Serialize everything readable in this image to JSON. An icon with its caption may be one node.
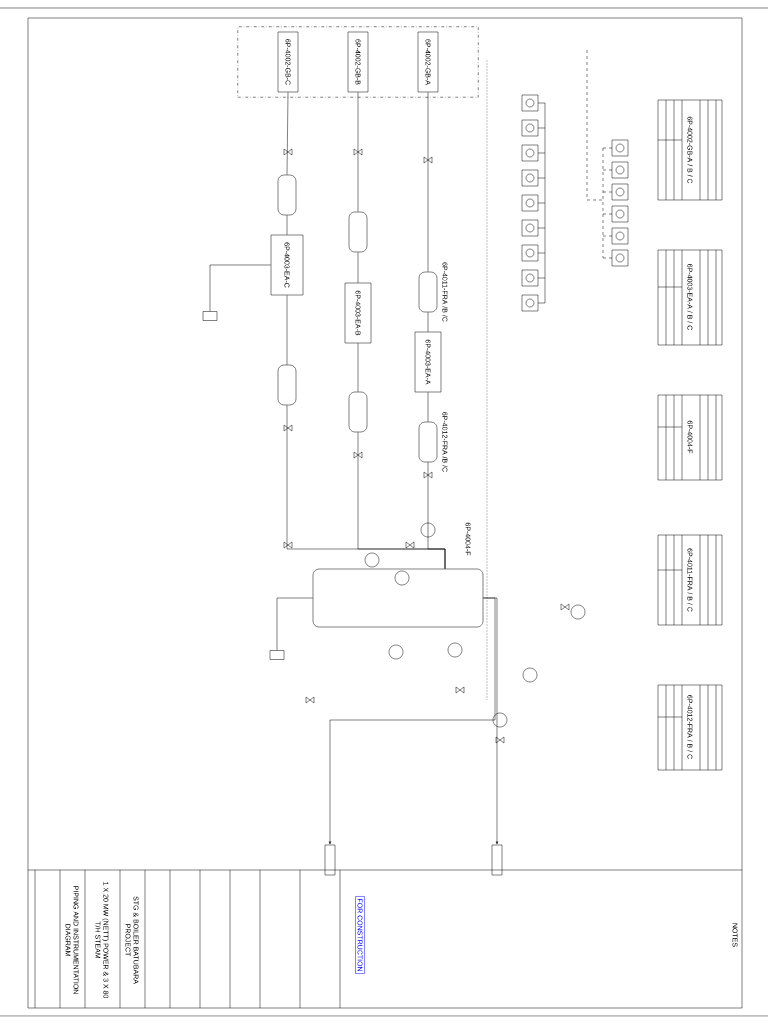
{
  "diagram": {
    "nodes": [
      {
        "text": [],
        "shape": "box"
      },
      {
        "text": [
          "6P-4002-GB-C"
        ],
        "in": 0
      },
      {
        "text": [
          "6P-4002-GB-B"
        ],
        "in": 0
      },
      {
        "text": [
          "6P-4002-GB-A"
        ],
        "in": 0
      },
      {
        "text": [
          "6P-4003-EA-C"
        ]
      },
      {
        "text": [
          "6P-4003-EA-B"
        ]
      },
      {
        "text": [
          "6P-4003-EA-A"
        ]
      },
      {
        "text": [],
        "shape": "cylinder"
      },
      {
        "text": [],
        "shape": "cylinder"
      },
      {
        "text": [],
        "shape": "cylinder",
        "beside": [
          "6P-4011-FRA /B /C"
        ]
      },
      {
        "text": [],
        "shape": "cylinder"
      },
      {
        "text": [],
        "shape": "cylinder"
      },
      {
        "text": [],
        "shape": "cylinder",
        "beside": [
          "6P-4012-FRA /B /C"
        ]
      },
      {
        "text": [],
        "shape": "cylinder",
        "beside": [
          "6P-4004-F"
        ]
      },
      {
        "text": [],
        "shape": "box"
      },
      {
        "text": [],
        "shape": "box"
      },
      {
        "text": [],
        "shape": "box"
      },
      {
        "text": [],
        "shape": "box"
      }
    ],
    "edges": [
      {
        "from": 1,
        "to": 7,
        "arrow": "none"
      },
      {
        "from": 2,
        "to": 8,
        "arrow": "none"
      },
      {
        "from": 3,
        "to": 9,
        "arrow": "none"
      },
      {
        "from": 7,
        "to": 4,
        "arrow": "none"
      },
      {
        "from": 8,
        "to": 5,
        "arrow": "none"
      },
      {
        "from": 9,
        "to": 6,
        "arrow": "none"
      },
      {
        "from": 4,
        "to": 10,
        "arrow": "none"
      },
      {
        "from": 5,
        "to": 11,
        "arrow": "none"
      },
      {
        "from": 6,
        "to": 12,
        "arrow": "none"
      },
      {
        "from": 10,
        "to": 13,
        "arrow": "none"
      },
      {
        "from": 11,
        "to": 13,
        "arrow": "none"
      },
      {
        "from": 12,
        "to": 13,
        "arrow": "none"
      },
      {
        "from": 4,
        "to": 14,
        "arrow": "none"
      },
      {
        "from": 13,
        "to": 15,
        "arrow": "none"
      },
      {
        "from": 13,
        "to": 16,
        "arrow": "to"
      },
      {
        "from": 13,
        "to": 17,
        "arrow": "to"
      }
    ],
    "labels": [
      "6P-4002-GB-A / B / C",
      "6P-4003-EA-A / B / C",
      "6P-4004-F",
      "6P-4011-FRA / B / C",
      "6P-4012-FRA / B / C",
      "NOTES",
      "FOR CONSTRUCTION",
      "STG & BOILER BATUBARA PROJECT",
      "1 X 20 MW (NETT) POWER & 3 X 80 T/H STEAM",
      "PIPING AND INSTRUMENTATION DIAGRAM"
    ]
  }
}
